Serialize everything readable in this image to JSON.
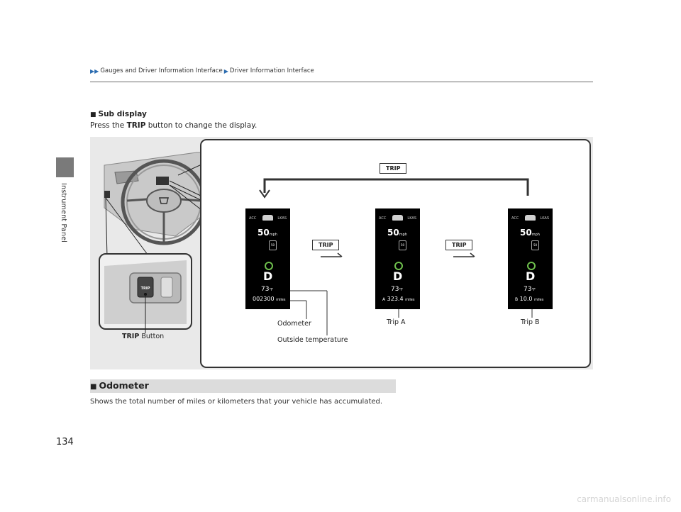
{
  "side_tab": {
    "label": "Instrument Panel"
  },
  "breadcrumb": {
    "items": [
      "Gauges and Driver Information Interface",
      "Driver Information Interface"
    ]
  },
  "sub_display": {
    "heading": "Sub display",
    "instruction_prefix": "Press the",
    "instruction_bold": "TRIP",
    "instruction_suffix": "button to change the display."
  },
  "figure": {
    "trip_key_label": "TRIP",
    "screens": [
      {
        "acc": "ACC",
        "lkas": "LKAS",
        "speed": "50",
        "speed_unit": "mph",
        "limit": "50",
        "gear": "D",
        "temp": "73",
        "temp_unit": "°F",
        "prefix": "",
        "value": "002300",
        "unit": "miles"
      },
      {
        "acc": "ACC",
        "lkas": "LKAS",
        "speed": "50",
        "speed_unit": "mph",
        "limit": "50",
        "gear": "D",
        "temp": "73",
        "temp_unit": "°F",
        "prefix": "A",
        "value": "323.4",
        "unit": "miles"
      },
      {
        "acc": "ACC",
        "lkas": "LKAS",
        "speed": "50",
        "speed_unit": "mph",
        "limit": "50",
        "gear": "D",
        "temp": "73",
        "temp_unit": "°F",
        "prefix": "B",
        "value": "10.0",
        "unit": "miles"
      }
    ],
    "callouts": {
      "odometer": "Odometer",
      "outside_temperature": "Outside temperature",
      "trip_a": "Trip A",
      "trip_b": "Trip B",
      "trip_button_bold": "TRIP",
      "trip_button_suffix": "Button"
    },
    "colors": {
      "background": "#e9e9e9",
      "screen": "#000000",
      "eco": "#6fc04d"
    }
  },
  "odometer_section": {
    "title": "Odometer",
    "body": "Shows the total number of miles or kilometers that your vehicle has accumulated."
  },
  "page_number": "134",
  "watermark": "carmanualsonline.info"
}
